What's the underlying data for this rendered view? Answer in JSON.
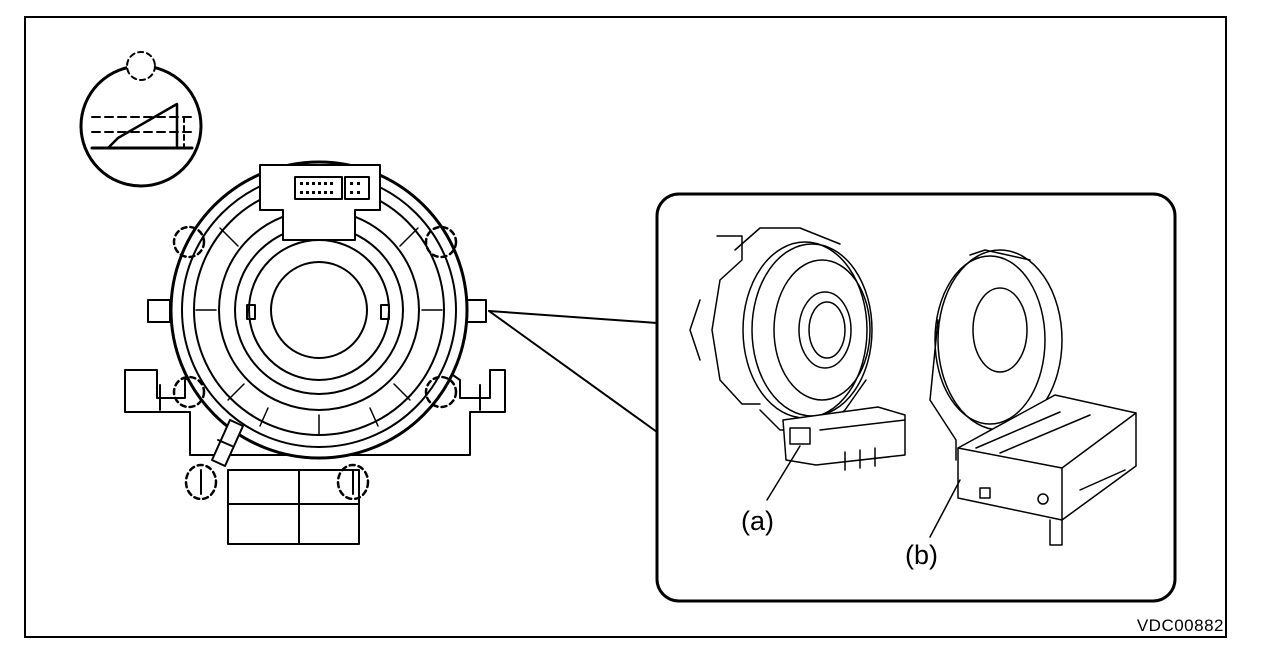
{
  "figure": {
    "callouts": {
      "a": "(a)",
      "b": "(b)"
    },
    "figure_id": "VDC00882"
  }
}
